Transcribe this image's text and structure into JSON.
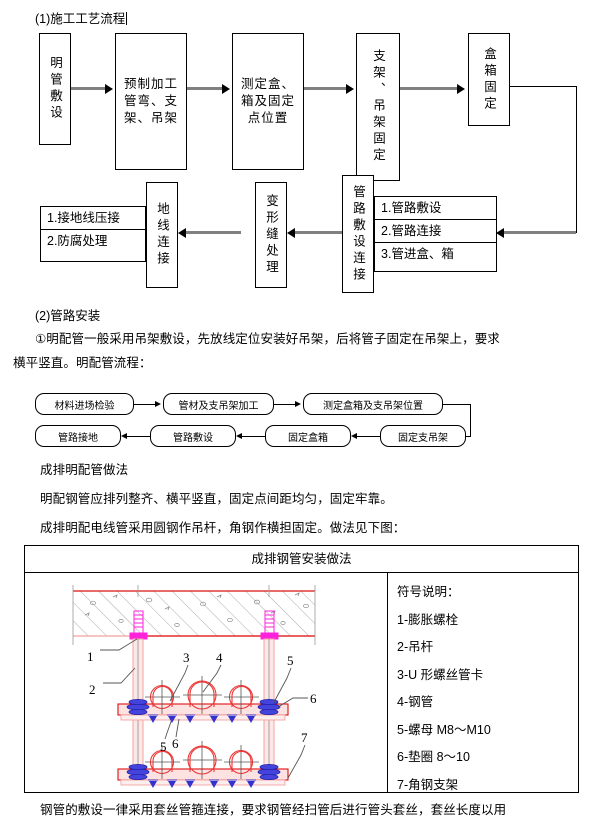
{
  "document": {
    "section1_heading": "(1)施工工艺流程",
    "section2_heading": "(2)管路安装",
    "paragraph1": "①明配管一般采用吊架敷设，先放线定位安装好吊架，后将管子固定在吊架上，要求",
    "paragraph2": "横平竖直。明配管流程：",
    "line_chengpai": "成排明配管做法",
    "line_mingpei": "明配钢管应排列整齐、横平竖直，固定点间距均匀，固定牢靠。",
    "line_yuangang": "成排明配电线管采用圆钢作吊杆，角钢作横担固定。做法见下图：",
    "bottom_paragraph": "钢管的敷设一律采用套丝管箍连接，要求钢管经扫管后进行管头套丝，套丝长度以用"
  },
  "flowchart_top": {
    "nodes": [
      {
        "id": "n1",
        "label": "明管敷设"
      },
      {
        "id": "n2",
        "label": "预制加工管弯、支架、吊架"
      },
      {
        "id": "n3",
        "label": "测定盒、箱及固定点位置"
      },
      {
        "id": "n4",
        "label": "支架、吊架固定"
      },
      {
        "id": "n5",
        "label": "盒箱固定"
      }
    ]
  },
  "flowchart_bottom": {
    "nodes": [
      {
        "id": "b1",
        "label": "地线连接"
      },
      {
        "id": "b2",
        "label": "变形缝处理"
      },
      {
        "id": "b3",
        "label": "管路敷设连接"
      }
    ],
    "ground_list": [
      "1.接地线压接",
      "2.防腐处理"
    ],
    "pipe_list": [
      "1.管路敷设",
      "2.管路连接",
      "3.管进盒、箱"
    ]
  },
  "flowchart_rounded": {
    "row1": [
      "材料进场检验",
      "管材及支吊架加工",
      "测定盒箱及支吊架位置"
    ],
    "row2": [
      "管路接地",
      "管路敷设",
      "固定盒箱",
      "固定支吊架"
    ]
  },
  "drawing": {
    "title": "成排钢管安装做法",
    "legend_title": "符号说明：",
    "legend_items": [
      "1-膨胀螺栓",
      "2-吊杆",
      "3-U 形螺丝管卡",
      "4-钢管",
      "5-螺母 M8～M10",
      "6-垫圈 8～10",
      "7-角钢支架"
    ],
    "callouts": [
      "1",
      "2",
      "3",
      "4",
      "5",
      "6",
      "5",
      "6",
      "7"
    ],
    "colors": {
      "pipe_red": "#ee2222",
      "pipe_light": "#f7a0a0",
      "bolt_magenta": "#ff22dd",
      "nut_blue": "#3333cc",
      "hatch_grey": "#888888",
      "concrete_edge": "#dd1111"
    }
  }
}
